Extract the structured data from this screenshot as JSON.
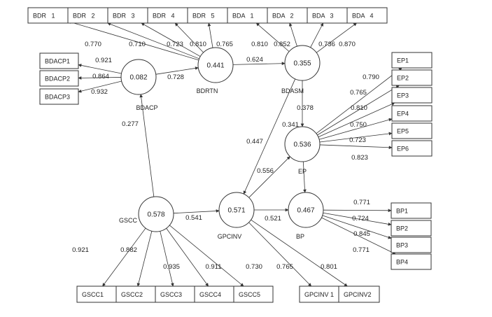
{
  "latents": [
    {
      "id": "BDACP",
      "value": "0.082",
      "label": "BDACP"
    },
    {
      "id": "BDRTN",
      "value": "0.441",
      "label": "BDRTN"
    },
    {
      "id": "BDASM",
      "value": "0.355",
      "label": "BDASM"
    },
    {
      "id": "EP",
      "value": "0.536",
      "label": "EP"
    },
    {
      "id": "GSCC",
      "value": "0.578",
      "label": "GSCC"
    },
    {
      "id": "GPCINV",
      "value": "0.571",
      "label": "GPCINV"
    },
    {
      "id": "BP",
      "value": "0.467",
      "label": "BP"
    }
  ],
  "indicators": [
    {
      "id": "BDR1",
      "label": "BDR   1"
    },
    {
      "id": "BDR2",
      "label": "BDR   2"
    },
    {
      "id": "BDR3",
      "label": "BDR   3"
    },
    {
      "id": "BDR4",
      "label": "BDR   4"
    },
    {
      "id": "BDR5",
      "label": "BDR   5"
    },
    {
      "id": "BDA1",
      "label": "BDA   1"
    },
    {
      "id": "BDA2",
      "label": "BDA   2"
    },
    {
      "id": "BDA3",
      "label": "BDA   3"
    },
    {
      "id": "BDA4",
      "label": "BDA   4"
    },
    {
      "id": "BDACP1",
      "label": "BDACP1"
    },
    {
      "id": "BDACP2",
      "label": "BDACP2"
    },
    {
      "id": "BDACP3",
      "label": "BDACP3"
    },
    {
      "id": "EP1",
      "label": "EP1"
    },
    {
      "id": "EP2",
      "label": "EP2"
    },
    {
      "id": "EP3",
      "label": "EP3"
    },
    {
      "id": "EP4",
      "label": "EP4"
    },
    {
      "id": "EP5",
      "label": "EP5"
    },
    {
      "id": "EP6",
      "label": "EP6"
    },
    {
      "id": "BP1",
      "label": "BP1"
    },
    {
      "id": "BP2",
      "label": "BP2"
    },
    {
      "id": "BP3",
      "label": "BP3"
    },
    {
      "id": "BP4",
      "label": "BP4"
    },
    {
      "id": "GSCC1",
      "label": "GSCC1"
    },
    {
      "id": "GSCC2",
      "label": "GSCC2"
    },
    {
      "id": "GSCC3",
      "label": "GSCC3"
    },
    {
      "id": "GSCC4",
      "label": "GSCC4"
    },
    {
      "id": "GSCC5",
      "label": "GSCC5"
    },
    {
      "id": "GPCINV1",
      "label": "GPCINV 1"
    },
    {
      "id": "GPCINV2",
      "label": "GPCINV2"
    }
  ],
  "edges": [
    {
      "from": "BDRTN",
      "to": "BDR1",
      "weight": "0.770"
    },
    {
      "from": "BDRTN",
      "to": "BDR2",
      "weight": "0.710"
    },
    {
      "from": "BDRTN",
      "to": "BDR3",
      "weight": "0.723"
    },
    {
      "from": "BDRTN",
      "to": "BDR4",
      "weight": "0.810"
    },
    {
      "from": "BDRTN",
      "to": "BDR5",
      "weight": "0.765"
    },
    {
      "from": "BDASM",
      "to": "BDA1",
      "weight": "0.810"
    },
    {
      "from": "BDASM",
      "to": "BDA2",
      "weight": "0.852"
    },
    {
      "from": "BDASM",
      "to": "BDA3",
      "weight": "0.736"
    },
    {
      "from": "BDASM",
      "to": "BDA4",
      "weight": "0.870"
    },
    {
      "from": "BDACP",
      "to": "BDACP1",
      "weight": "0.921"
    },
    {
      "from": "BDACP",
      "to": "BDACP2",
      "weight": "0.864"
    },
    {
      "from": "BDACP",
      "to": "BDACP3",
      "weight": "0.932"
    },
    {
      "from": "BDACP",
      "to": "BDRTN",
      "weight": "0.728"
    },
    {
      "from": "BDRTN",
      "to": "BDASM",
      "weight": "0.624"
    },
    {
      "from": "BDASM",
      "to": "EP",
      "weight": "0.378"
    },
    {
      "from": "BDASM",
      "to": "GPCINV",
      "weight": "0.447"
    },
    {
      "from": "EP",
      "to": "EP1",
      "weight": "0.790"
    },
    {
      "from": "EP",
      "to": "EP2",
      "weight": "0.765"
    },
    {
      "from": "EP",
      "to": "EP3",
      "weight": "0.810"
    },
    {
      "from": "EP",
      "to": "EP4",
      "weight": "0.750"
    },
    {
      "from": "EP",
      "to": "EP5",
      "weight": "0.723"
    },
    {
      "from": "EP",
      "to": "EP6",
      "weight": "0.823"
    },
    {
      "from": "EP",
      "to": "BP",
      "weight": "0.341"
    },
    {
      "from": "GSCC",
      "to": "BDACP",
      "weight": "0.277"
    },
    {
      "from": "GSCC",
      "to": "GPCINV",
      "weight": "0.541"
    },
    {
      "from": "GSCC",
      "to": "GSCC1",
      "weight": "0.921"
    },
    {
      "from": "GSCC",
      "to": "GSCC2",
      "weight": "0.882"
    },
    {
      "from": "GSCC",
      "to": "GSCC3",
      "weight": "0.935"
    },
    {
      "from": "GSCC",
      "to": "GSCC4",
      "weight": "0.911"
    },
    {
      "from": "GSCC",
      "to": "GSCC5",
      "weight": "0.730"
    },
    {
      "from": "GPCINV",
      "to": "EP",
      "weight": "0.556"
    },
    {
      "from": "GPCINV",
      "to": "BP",
      "weight": "0.521"
    },
    {
      "from": "GPCINV",
      "to": "GPCINV1",
      "weight": "0.765"
    },
    {
      "from": "GPCINV",
      "to": "GPCINV2",
      "weight": "0.801"
    },
    {
      "from": "BP",
      "to": "BP1",
      "weight": "0.771"
    },
    {
      "from": "BP",
      "to": "BP2",
      "weight": "0.724"
    },
    {
      "from": "BP",
      "to": "BP3",
      "weight": "0.845"
    },
    {
      "from": "BP",
      "to": "BP4",
      "weight": "0.771"
    }
  ]
}
